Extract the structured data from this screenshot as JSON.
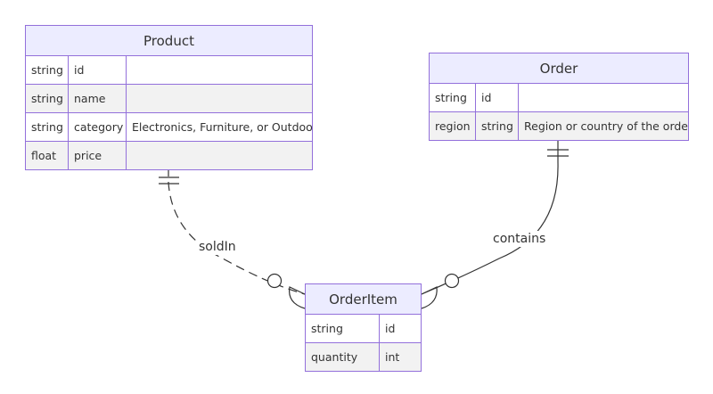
{
  "diagram": {
    "type": "er-diagram",
    "colors": {
      "header_fill": "#ececff",
      "border": "#9370db",
      "row_odd": "#ffffff",
      "row_even": "#f2f2f2",
      "edge": "#333333",
      "text": "#333333"
    },
    "entities": [
      {
        "name": "Product",
        "attributes": [
          {
            "type": "string",
            "name": "id",
            "comment": ""
          },
          {
            "type": "string",
            "name": "name",
            "comment": ""
          },
          {
            "type": "string",
            "name": "category",
            "comment": "Electronics, Furniture, or Outdoor"
          },
          {
            "type": "float",
            "name": "price",
            "comment": ""
          }
        ]
      },
      {
        "name": "Order",
        "attributes": [
          {
            "type": "string",
            "name": "id",
            "comment": ""
          },
          {
            "type": "region",
            "name": "string",
            "comment": "Region or country of the order"
          }
        ]
      },
      {
        "name": "OrderItem",
        "attributes": [
          {
            "type": "string",
            "name": "id"
          },
          {
            "type": "quantity",
            "name": "int"
          }
        ]
      }
    ],
    "relationships": [
      {
        "from": "Product",
        "to": "OrderItem",
        "label": "soldIn",
        "from_cardinality": "exactly-one",
        "to_cardinality": "zero-or-more",
        "style": "dashed"
      },
      {
        "from": "Order",
        "to": "OrderItem",
        "label": "contains",
        "from_cardinality": "exactly-one",
        "to_cardinality": "zero-or-more",
        "style": "solid"
      }
    ]
  }
}
